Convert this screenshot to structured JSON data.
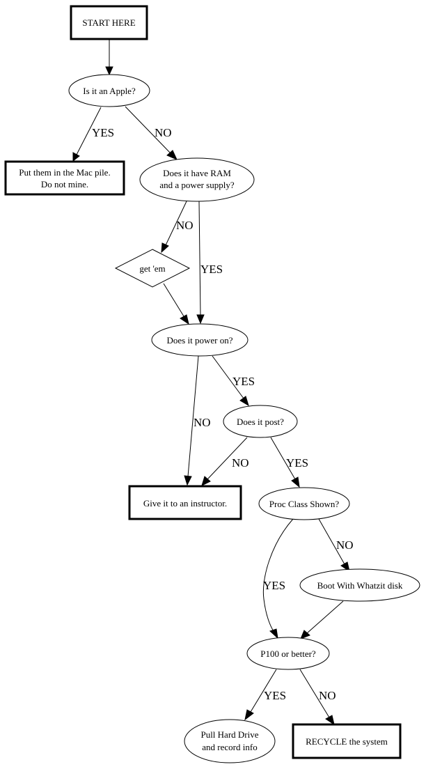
{
  "nodes": {
    "start": {
      "lines": [
        "START HERE"
      ],
      "shape": "box"
    },
    "apple": {
      "lines": [
        "Is it an Apple?"
      ],
      "shape": "ellipse"
    },
    "mac": {
      "lines": [
        "Put them in the Mac pile.",
        "Do not mine."
      ],
      "shape": "box"
    },
    "ram": {
      "lines": [
        "Does it have RAM",
        "and a power supply?"
      ],
      "shape": "ellipse"
    },
    "getem": {
      "lines": [
        "get 'em"
      ],
      "shape": "diamond"
    },
    "power": {
      "lines": [
        "Does it power on?"
      ],
      "shape": "ellipse"
    },
    "post": {
      "lines": [
        "Does it post?"
      ],
      "shape": "ellipse"
    },
    "instructor": {
      "lines": [
        "Give it to an instructor."
      ],
      "shape": "box"
    },
    "proc": {
      "lines": [
        "Proc Class Shown?"
      ],
      "shape": "ellipse"
    },
    "whatzit": {
      "lines": [
        "Boot With Whatzit disk"
      ],
      "shape": "ellipse"
    },
    "p100": {
      "lines": [
        "P100 or better?"
      ],
      "shape": "ellipse"
    },
    "pull": {
      "lines": [
        "Pull Hard Drive",
        "and record info"
      ],
      "shape": "ellipse"
    },
    "recycle": {
      "lines": [
        "RECYCLE the system"
      ],
      "shape": "box"
    }
  },
  "edges": [
    {
      "from": "start",
      "to": "apple",
      "label": ""
    },
    {
      "from": "apple",
      "to": "mac",
      "label": "YES"
    },
    {
      "from": "apple",
      "to": "ram",
      "label": "NO"
    },
    {
      "from": "ram",
      "to": "getem",
      "label": "NO"
    },
    {
      "from": "ram",
      "to": "power",
      "label": "YES"
    },
    {
      "from": "getem",
      "to": "power",
      "label": ""
    },
    {
      "from": "power",
      "to": "instructor",
      "label": "NO"
    },
    {
      "from": "power",
      "to": "post",
      "label": "YES"
    },
    {
      "from": "post",
      "to": "instructor",
      "label": "NO"
    },
    {
      "from": "post",
      "to": "proc",
      "label": "YES"
    },
    {
      "from": "proc",
      "to": "p100",
      "label": "YES"
    },
    {
      "from": "proc",
      "to": "whatzit",
      "label": "NO"
    },
    {
      "from": "whatzit",
      "to": "p100",
      "label": ""
    },
    {
      "from": "p100",
      "to": "pull",
      "label": "YES"
    },
    {
      "from": "p100",
      "to": "recycle",
      "label": "NO"
    }
  ]
}
